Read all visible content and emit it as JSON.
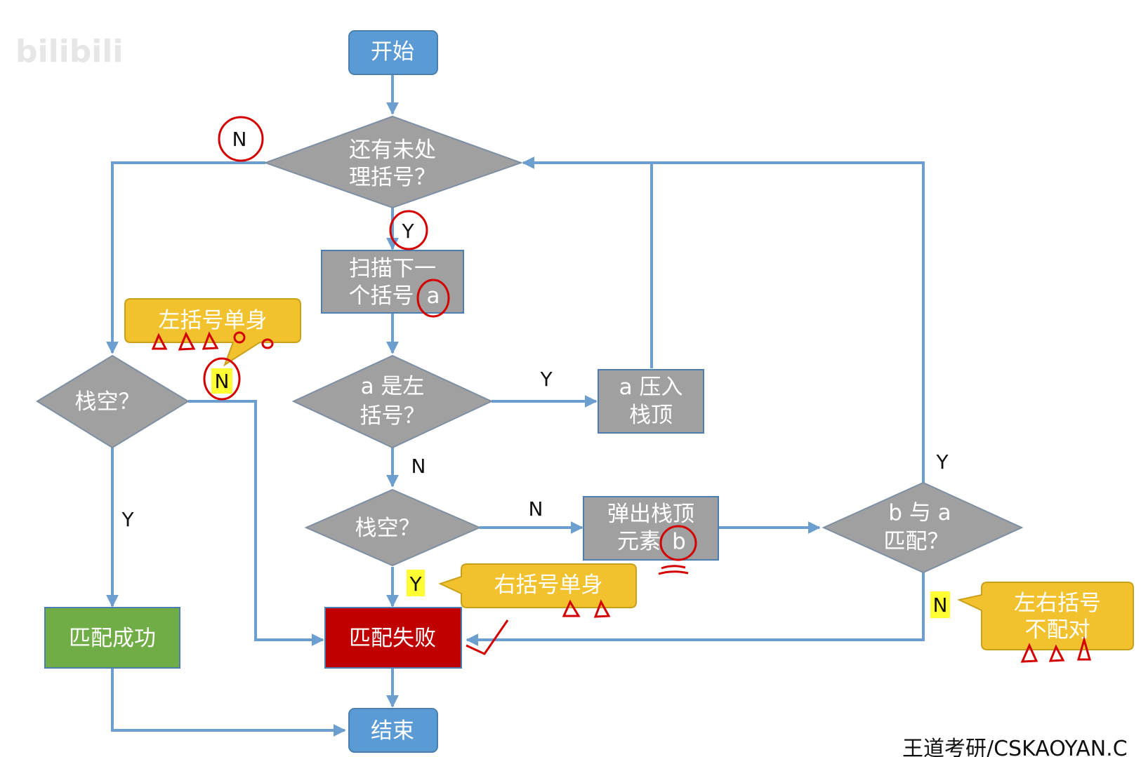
{
  "watermark": "bilibili",
  "credit": "王道考研/CSKAOYAN.C",
  "colors": {
    "edge": "#6d9ed0",
    "terminal": "#5b9bd5",
    "decision": "#a0a0a0",
    "process": "#a0a0a0",
    "success": "#70ad47",
    "failure": "#c00000",
    "callout": "#f2c22e",
    "highlight": "#ffff33",
    "annotation": "#d40000"
  },
  "nodes": {
    "start": "开始",
    "has_unprocessed": [
      "还有未处",
      "理括号？"
    ],
    "scan_next": [
      "扫描下一",
      "个括号",
      "a"
    ],
    "is_left": [
      "a 是左",
      "括号？"
    ],
    "push": [
      "a 压入",
      "栈顶"
    ],
    "stack_empty_left": "栈空？",
    "stack_empty_mid": "栈空？",
    "pop": [
      "弹出栈顶",
      "元素",
      "b"
    ],
    "b_matches_a": [
      "b 与 a",
      "匹配？"
    ],
    "success": "匹配成功",
    "failure": "匹配失败",
    "end": "结束"
  },
  "edge_labels": {
    "top_n": "N",
    "top_y": "Y",
    "left_empty_n": "N",
    "left_empty_y": "Y",
    "is_left_y": "Y",
    "is_left_n": "N",
    "mid_empty_n": "N",
    "mid_empty_y": "Y",
    "match_y": "Y",
    "match_n": "N"
  },
  "callouts": {
    "left_single": "左括号单身",
    "right_single": "右括号单身",
    "mismatch": [
      "左右括号",
      "不配对"
    ]
  }
}
